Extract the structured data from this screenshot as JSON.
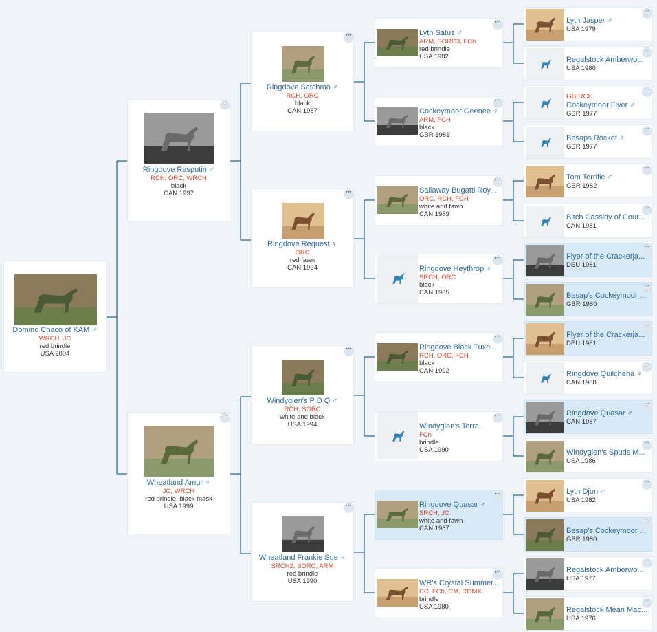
{
  "root": {
    "name": "Domino Chaco of KAM",
    "sex": "♂",
    "titles": "WRCH, JC",
    "color": "red brindle",
    "country_year": "USA 2004",
    "photo": "photo-icon"
  },
  "gen1": [
    {
      "name": "Ringdove Rasputin",
      "sex": "♂",
      "titles": "RCH, ORC, WRCH",
      "color": "black",
      "country_year": "CAN 1997",
      "photo": "photo-icon"
    },
    {
      "name": "Wheatland Amur",
      "sex": "♀",
      "titles": "JC, WRCH",
      "color": "red brindle, black mask",
      "country_year": "USA 1999",
      "photo": "photo-icon"
    }
  ],
  "gen2": [
    {
      "name": "Ringdove Satchmo",
      "sex": "♂",
      "titles": "RCH, ORC",
      "color": "black",
      "country_year": "CAN 1987",
      "photo": "photo-icon"
    },
    {
      "name": "Ringdove Request",
      "sex": "♀",
      "titles": "ORC",
      "color": "red fawn",
      "country_year": "CAN 1994",
      "photo": "photo-icon"
    },
    {
      "name": "Windyglen's P D Q",
      "sex": "♂",
      "titles": "RCH, SORC",
      "color": "white and black",
      "country_year": "USA 1994",
      "photo": "photo-icon"
    },
    {
      "name": "Wheatland Frankie Sue",
      "sex": "♀",
      "titles": "SRCH2, SORC, ARM",
      "color": "red brindle",
      "country_year": "USA 1990",
      "photo": "photo-icon"
    }
  ],
  "gen3": [
    {
      "name": "Lyth Satus",
      "sex": "♂",
      "titles": "ARM, SORC3, FCh",
      "color": "red brindle",
      "country_year": "USA 1982",
      "photo": "photo-icon"
    },
    {
      "name": "Cockeymoor Geenee",
      "sex": "♀",
      "titles": "ARM, FCH",
      "color": "black",
      "country_year": "GBR 1981",
      "photo": "photo-icon"
    },
    {
      "name": "Sailaway Bugatti Roy...",
      "sex": "",
      "titles": "ORC, RCH, FCH",
      "color": "white and fawn",
      "country_year": "CAN 1989",
      "photo": "photo-icon"
    },
    {
      "name": "Ringdove Heythrop",
      "sex": "♀",
      "titles": "SRCH, ORC",
      "color": "black",
      "country_year": "CAN 1985",
      "photo": "dog-silhouette-icon"
    },
    {
      "name": "Ringdove Black Tuxe...",
      "sex": "",
      "titles": "RCH, ORC, FCH",
      "color": "black",
      "country_year": "CAN 1992",
      "photo": "photo-icon"
    },
    {
      "name": "Windyglen's Terra",
      "sex": "",
      "titles": "FCh",
      "color": "brindle",
      "country_year": "USA 1990",
      "photo": "dog-silhouette-icon"
    },
    {
      "name": "Ringdove Quasar",
      "sex": "♂",
      "titles": "SRCH, JC",
      "color": "white and fawn",
      "country_year": "CAN 1987",
      "photo": "photo-icon",
      "highlight": true
    },
    {
      "name": "WR's Crystal Summer...",
      "sex": "",
      "titles": "CC, FCh, CM, ROMX",
      "color": "brindle",
      "country_year": "USA 1980",
      "photo": "photo-icon"
    }
  ],
  "gen4": [
    {
      "name": "Lyth Jasper",
      "sex": "♂",
      "pre": "",
      "country_year": "USA 1979",
      "photo": "photo-icon"
    },
    {
      "name": "Regalstock Amberwo...",
      "sex": "",
      "pre": "",
      "country_year": "USA 1980",
      "photo": "dog-silhouette-icon"
    },
    {
      "name": "Cockeymoor Flyer",
      "sex": "♂",
      "pre": "GB RCH",
      "country_year": "GBR 1977",
      "photo": "dog-silhouette-icon"
    },
    {
      "name": "Besaps Rocket",
      "sex": "♀",
      "pre": "",
      "country_year": "GBR 1977",
      "photo": "dog-silhouette-icon"
    },
    {
      "name": "Tom Terrific",
      "sex": "♂",
      "pre": "",
      "country_year": "GBR 1982",
      "photo": "photo-icon"
    },
    {
      "name": "Bitch Cassidy of Cour...",
      "sex": "",
      "pre": "",
      "country_year": "CAN 1981",
      "photo": "dog-silhouette-icon"
    },
    {
      "name": "Flyer of the Crackerja...",
      "sex": "",
      "pre": "",
      "country_year": "DEU 1981",
      "photo": "photo-icon",
      "highlight": true
    },
    {
      "name": "Besap's Cockeymoor ...",
      "sex": "",
      "pre": "",
      "country_year": "GBR 1980",
      "photo": "photo-icon",
      "highlight": true
    },
    {
      "name": "Flyer of the Crackerja...",
      "sex": "",
      "pre": "",
      "country_year": "DEU 1981",
      "photo": "photo-icon",
      "highlight": true
    },
    {
      "name": "Ringdove Quilchena",
      "sex": "♀",
      "pre": "",
      "country_year": "CAN 1988",
      "photo": "dog-silhouette-icon"
    },
    {
      "name": "Ringdove Quasar",
      "sex": "♂",
      "pre": "",
      "country_year": "CAN 1987",
      "photo": "photo-icon",
      "highlight": true
    },
    {
      "name": "Windyglen's Spuds M...",
      "sex": "",
      "pre": "",
      "country_year": "USA 1986",
      "photo": "photo-icon"
    },
    {
      "name": "Lyth Djon",
      "sex": "♂",
      "pre": "",
      "country_year": "USA 1982",
      "photo": "photo-icon"
    },
    {
      "name": "Besap's Cockeymoor ...",
      "sex": "",
      "pre": "",
      "country_year": "GBR 1980",
      "photo": "photo-icon",
      "highlight": true
    },
    {
      "name": "Regalstock Amberwo...",
      "sex": "",
      "pre": "",
      "country_year": "USA 1977",
      "photo": "photo-icon"
    },
    {
      "name": "Regalstock Mean Mac...",
      "sex": "",
      "pre": "",
      "country_year": "USA 1976",
      "photo": "photo-icon"
    }
  ],
  "more_glyph": "···",
  "colors": {
    "link": "#2e6b9e",
    "title": "#d9452c",
    "line": "#2f6f9a",
    "highlight": "#d8e9f8",
    "page": "#f0f4f8"
  }
}
